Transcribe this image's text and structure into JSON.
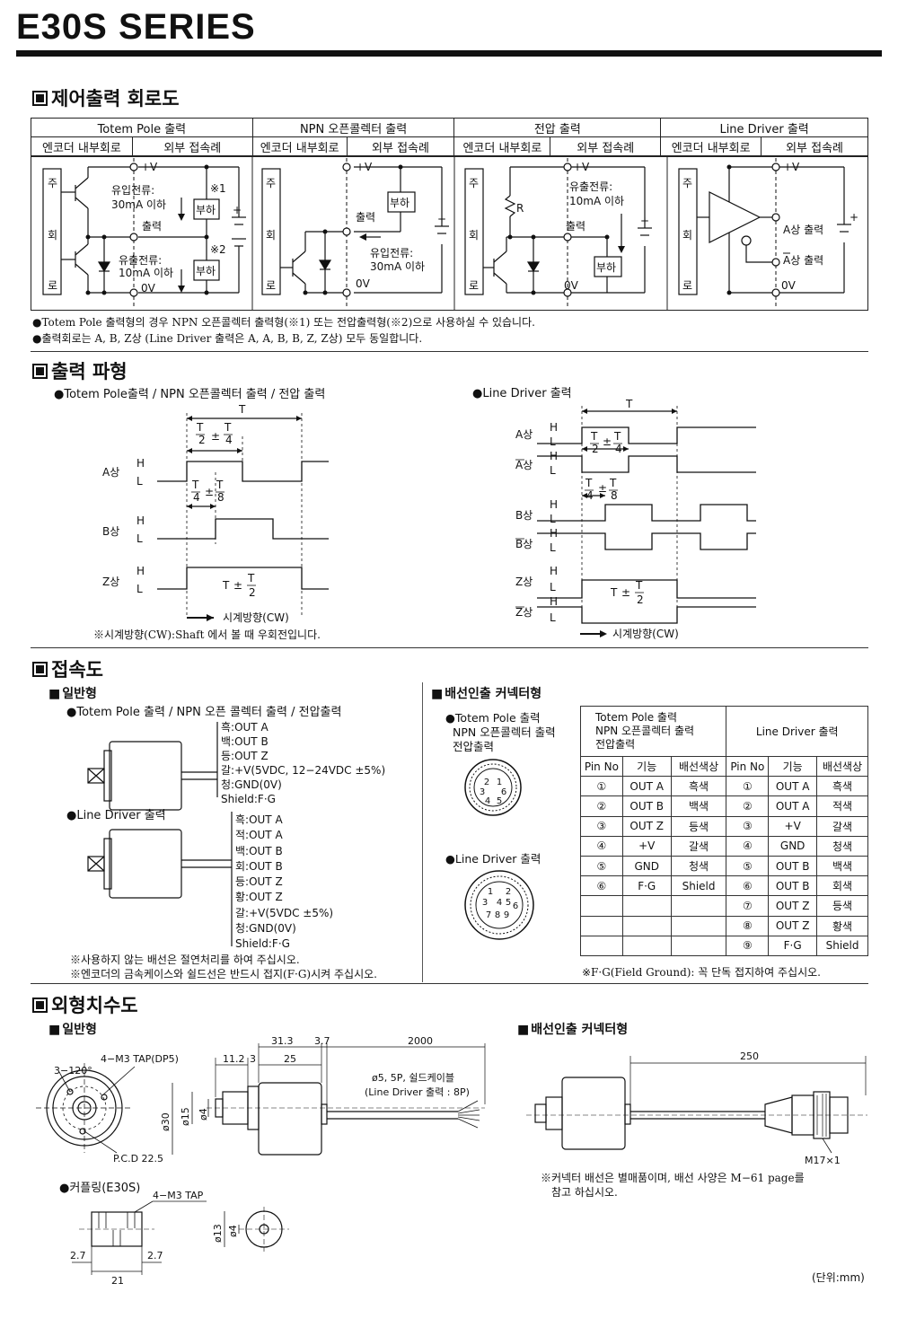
{
  "title": "E30S SERIES",
  "sec1": {
    "heading": "제어출력 회로도",
    "types": [
      "Totem Pole 출력",
      "NPN 오픈콜렉터 출력",
      "전압 출력",
      "Line Driver 출력"
    ],
    "sub_internal": "엔코더 내부회로",
    "sub_external": "외부 접속례",
    "labels": {
      "main": [
        "주",
        "회",
        "로"
      ],
      "vplus": "+V",
      "zero_v": "0V",
      "in_current": "유입전류:",
      "in_30": "30mA 이하",
      "out_current": "유출전류:",
      "out_10": "10mA 이하",
      "output": "출력",
      "load": "부하",
      "star1": "※1",
      "star2": "※2",
      "r": "R",
      "a_out": "A상 출력",
      "abar_out": "A상 출력"
    },
    "notes": [
      "●Totem Pole 출력형의 경우 NPN 오픈콜렉터 출력형(※1) 또는 전압출력형(※2)으로 사용하실 수 있습니다.",
      "●출력회로는 A, B, Z상 (Line Driver 출력은 A, A, B, B, Z, Z상) 모두 동일합니다."
    ]
  },
  "sec2": {
    "heading": "출력 파형",
    "left_title": "●Totem Pole출력 / NPN 오픈콜렉터 출력 / 전압 출력",
    "right_title": "●Line Driver 출력",
    "phase_a": "A상",
    "phase_b": "B상",
    "phase_z": "Z상",
    "h": "H",
    "l": "L",
    "t": "T",
    "pm": "±",
    "n2": "2",
    "n4": "4",
    "n8": "8",
    "cw": "시계방향(CW)",
    "note": "※시계방향(CW):Shaft 에서 볼 때 우회전입니다."
  },
  "sec3": {
    "heading": "접속도",
    "sub_general": "일반형",
    "sub_connector": "배선인출 커넥터형",
    "general_title": "●Totem Pole 출력 / NPN 오픈 콜렉터 출력 / 전압출력",
    "general_wires": [
      "흑:OUT A",
      "백:OUT B",
      "등:OUT Z",
      "갈:+V(5VDC, 12−24VDC ±5%)",
      "청:GND(0V)",
      "Shield:F·G"
    ],
    "ld_title": "●Line Driver 출력",
    "ld_wires": [
      "흑:OUT A",
      "적:OUT A",
      "백:OUT B",
      "회:OUT B",
      "등:OUT Z",
      "황:OUT Z",
      "갈:+V(5VDC ±5%)",
      "청:GND(0V)",
      "Shield:F·G"
    ],
    "notes": [
      "※사용하지 않는 배선은 절연처리를 하여 주십시오.",
      "※엔코더의 금속케이스와 쉴드선은 반드시 접지(F·G)시켜 주십시오."
    ],
    "conn_tp_lines": [
      "●Totem Pole 출력",
      "NPN 오픈콜렉터 출력",
      "전압출력"
    ],
    "conn_ld": "●Line Driver 출력",
    "pins6": [
      "1",
      "2",
      "3",
      "4",
      "5",
      "6"
    ],
    "pins9": [
      "1",
      "2",
      "3",
      "4",
      "5",
      "6",
      "7",
      "8",
      "9"
    ],
    "table": {
      "head_left_lines": [
        "Totem Pole 출력",
        "NPN 오픈콜렉터 출력",
        "전압출력"
      ],
      "head_right": "Line Driver 출력",
      "cols": [
        "Pin No",
        "기능",
        "배선색상",
        "Pin No",
        "기능",
        "배선색상"
      ],
      "rows": [
        [
          "①",
          "OUT A",
          "흑색",
          "①",
          "OUT A",
          "흑색"
        ],
        [
          "②",
          "OUT B",
          "백색",
          "②",
          "OUT A",
          "적색"
        ],
        [
          "③",
          "OUT Z",
          "등색",
          "③",
          "+V",
          "갈색"
        ],
        [
          "④",
          "+V",
          "갈색",
          "④",
          "GND",
          "청색"
        ],
        [
          "⑤",
          "GND",
          "청색",
          "⑤",
          "OUT B",
          "백색"
        ],
        [
          "⑥",
          "F·G",
          "Shield",
          "⑥",
          "OUT B",
          "회색"
        ],
        [
          "",
          "",
          "",
          "⑦",
          "OUT Z",
          "등색"
        ],
        [
          "",
          "",
          "",
          "⑧",
          "OUT Z",
          "황색"
        ],
        [
          "",
          "",
          "",
          "⑨",
          "F·G",
          "Shield"
        ]
      ]
    },
    "table_note": "※F·G(Field Ground): 꼭 단독 접지하여 주십시오."
  },
  "sec4": {
    "heading": "외형치수도",
    "sub_general": "일반형",
    "sub_connector": "배선인출 커넥터형",
    "dims": {
      "d_31_3": "31.3",
      "d_3_7": "3.7",
      "d_2000": "2000",
      "d_11_2": "11.2",
      "d_3": "3",
      "d_25": "25",
      "tap": "4−M3 TAP(DP5)",
      "angle": "3−120°",
      "pcd": "P.C.D 22.5",
      "phi30": "ø30",
      "phi15": "ø15",
      "phi4": "ø4",
      "cable": "ø5, 5P, 쉴드케이블",
      "cable_ld": "(Line Driver 출력 : 8P)",
      "d_250": "250",
      "m17": "M17×1"
    },
    "coupling_title": "●커플링(E30S)",
    "coupling_tap": "4−M3 TAP",
    "c_27a": "2.7",
    "c_27b": "2.7",
    "c_21": "21",
    "c_phi13": "ø13",
    "c_phi4": "ø4",
    "conn_note": [
      "※커넥터 배선은 별매품이며, 배선 사양은 M−61 page를",
      "참고 하십시오."
    ],
    "unit": "(단위:mm)"
  }
}
